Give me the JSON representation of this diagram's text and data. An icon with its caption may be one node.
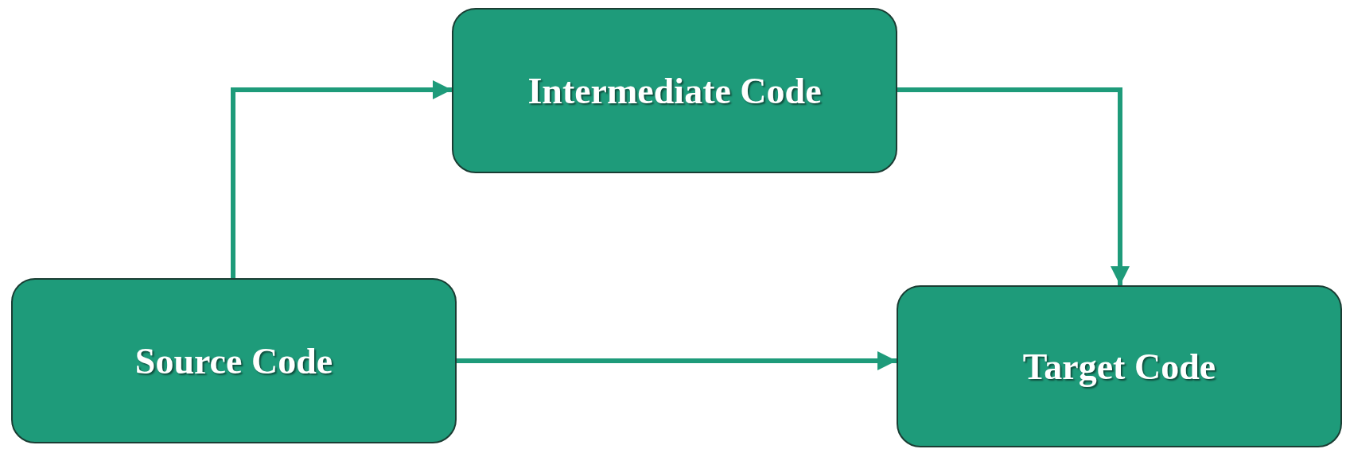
{
  "diagram": {
    "nodes": [
      {
        "text": [
          "Intermediate Code"
        ]
      },
      {
        "text": [
          "Source Code"
        ]
      },
      {
        "text": [
          "Target Code"
        ]
      }
    ],
    "edges": [
      {
        "from": 1,
        "to": 0,
        "arrow": "to"
      },
      {
        "from": 0,
        "to": 2,
        "arrow": "to"
      },
      {
        "from": 1,
        "to": 2,
        "arrow": "to"
      }
    ]
  }
}
